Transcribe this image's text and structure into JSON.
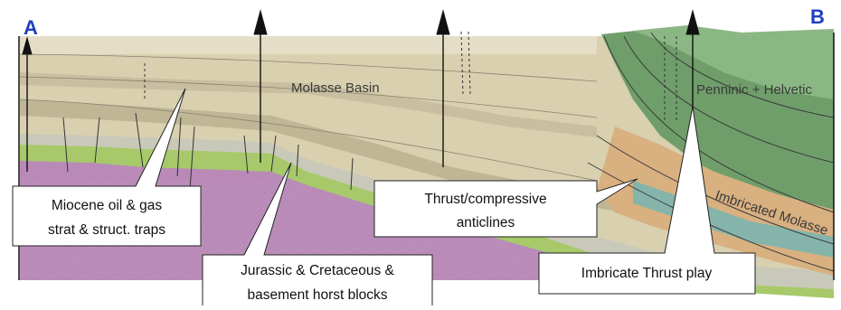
{
  "endpoints": {
    "left": "A",
    "right": "B"
  },
  "section_labels": {
    "basin": "Molasse Basin",
    "thrust_belt": "Penninic + Helvetic",
    "imbricated": "Imbricated Molasse"
  },
  "callouts": {
    "miocene": [
      "Miocene oil & gas",
      "strat & struct. traps"
    ],
    "jurassic": [
      "Jurassic & Cretaceous &",
      "basement  horst blocks"
    ],
    "thrust": [
      "Thrust/compressive",
      "anticlines"
    ],
    "imbricate": [
      "Imbricate Thrust play"
    ]
  },
  "colors": {
    "endpoint_label": "#1f3fbf",
    "basement": "#b98ab8",
    "jurassic": "#a7c96a",
    "molasse": "#d9d0b0",
    "helvetic": "#6f9e6a",
    "imbricate": "#d9b080",
    "sky": "#ffffff"
  }
}
